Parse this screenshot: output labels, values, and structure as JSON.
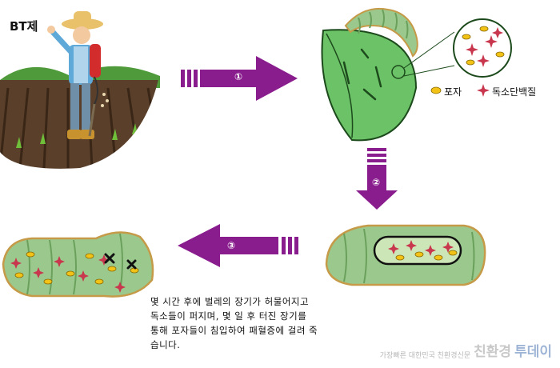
{
  "labels": {
    "agent": "BT제",
    "legend_spore": "포자",
    "legend_toxin": "독소단백질",
    "caption": "몇 시간 후에 벌레의 장기가 허물어지고\n독소들이 퍼지며, 몇 일 후 터진 장기를\n통해 포자들이 침입하여 패혈증에 걸려 죽\n습니다.",
    "watermark_slogan": "가장빠른 대한민국 친환경신문",
    "watermark_brand": "친환경",
    "watermark_brand2": "투데이"
  },
  "steps": [
    "①",
    "②",
    "③"
  ],
  "colors": {
    "arrow": "#8a1d8e",
    "leaf": "#6cc266",
    "leaf_dark": "#1c4a1c",
    "caterpillar": "#9bc98d",
    "spore": "#f2c316",
    "toxin": "#c8374d",
    "soil": "#5a3f2a"
  },
  "icons": [
    "farmer-spraying-icon",
    "leaf-icon",
    "caterpillar-icon",
    "spore-icon",
    "toxin-protein-icon",
    "death-x-icon"
  ]
}
